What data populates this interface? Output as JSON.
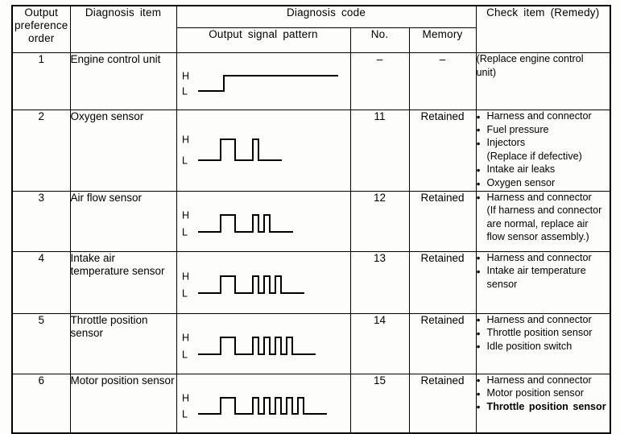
{
  "table": {
    "headers": {
      "order": "Output preference order",
      "order_lines": [
        "Output",
        "preference",
        "order"
      ],
      "item": "Diagnosis  item",
      "code_group": "Diagnosis  code",
      "signal_pattern": "Output  signal  pattern",
      "no": "No.",
      "memory": "Memory",
      "check": "Check  item  (Remedy)"
    },
    "axis_labels": {
      "high": "H",
      "low": "L"
    },
    "rows": [
      {
        "order": "1",
        "item": "Engine control unit",
        "no": "–",
        "memory": "–",
        "pattern": {
          "kind": "step",
          "wide_pulses": 0,
          "narrow_pulses": 0
        },
        "check": [
          {
            "text": "(Replace engine control",
            "bullet": false
          },
          {
            "text": "unit)",
            "bullet": false
          }
        ]
      },
      {
        "order": "2",
        "item": "Oxygen sensor",
        "no": "11",
        "memory": "Retained",
        "pattern": {
          "kind": "pulses",
          "wide_pulses": 1,
          "narrow_pulses": 1
        },
        "check": [
          {
            "text": "Harness and connector",
            "bullet": true
          },
          {
            "text": "Fuel pressure",
            "bullet": true
          },
          {
            "text": "Injectors",
            "bullet": true
          },
          {
            "text": "(Replace if defective)",
            "bullet": false,
            "continuation": true
          },
          {
            "text": "Intake air leaks",
            "bullet": true
          },
          {
            "text": "Oxygen sensor",
            "bullet": true
          }
        ]
      },
      {
        "order": "3",
        "item": "Air flow sensor",
        "no": "12",
        "memory": "Retained",
        "pattern": {
          "kind": "pulses",
          "wide_pulses": 1,
          "narrow_pulses": 2
        },
        "check": [
          {
            "text": "Harness and connector",
            "bullet": true
          },
          {
            "text": "(If harness and connector",
            "bullet": false,
            "continuation": true
          },
          {
            "text": "are normal, replace air",
            "bullet": false,
            "continuation": true
          },
          {
            "text": "flow sensor assembly.)",
            "bullet": false,
            "continuation": true
          }
        ]
      },
      {
        "order": "4",
        "item": "Intake air temperature sensor",
        "no": "13",
        "memory": "Retained",
        "pattern": {
          "kind": "pulses",
          "wide_pulses": 1,
          "narrow_pulses": 3
        },
        "check": [
          {
            "text": "Harness and connector",
            "bullet": true
          },
          {
            "text": "Intake air temperature",
            "bullet": true
          },
          {
            "text": "sensor",
            "bullet": false,
            "continuation": true
          }
        ]
      },
      {
        "order": "5",
        "item": "Throttle position sensor",
        "no": "14",
        "memory": "Retained",
        "pattern": {
          "kind": "pulses",
          "wide_pulses": 1,
          "narrow_pulses": 4
        },
        "check": [
          {
            "text": "Harness and connector",
            "bullet": true
          },
          {
            "text": "Throttle position sensor",
            "bullet": true
          },
          {
            "text": "Idle position switch",
            "bullet": true
          }
        ]
      },
      {
        "order": "6",
        "item": "Motor position sensor",
        "no": "15",
        "memory": "Retained",
        "pattern": {
          "kind": "pulses",
          "wide_pulses": 1,
          "narrow_pulses": 5
        },
        "check": [
          {
            "text": "Harness and connector",
            "bullet": true
          },
          {
            "text": "Motor position sensor",
            "bullet": true
          },
          {
            "text": "Throttle position sensor",
            "bullet": true,
            "emphasis": true
          }
        ]
      }
    ]
  },
  "colors": {
    "ink": "#000000",
    "paper": "#fdfdfb"
  }
}
